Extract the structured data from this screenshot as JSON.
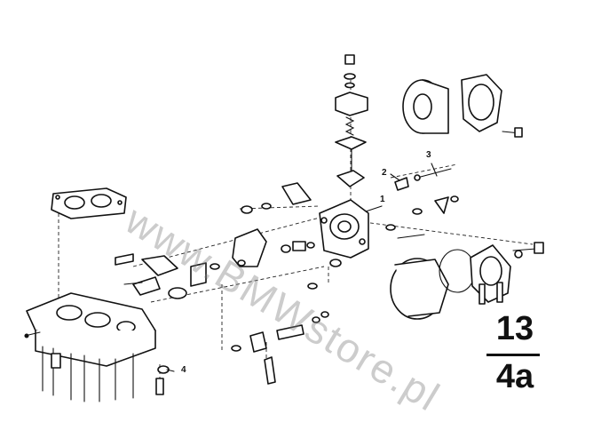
{
  "watermark": "www.BMWstore.pl",
  "group": {
    "main": "13",
    "sub": "4a"
  },
  "callouts": [
    "1",
    "2",
    "3",
    "4"
  ]
}
